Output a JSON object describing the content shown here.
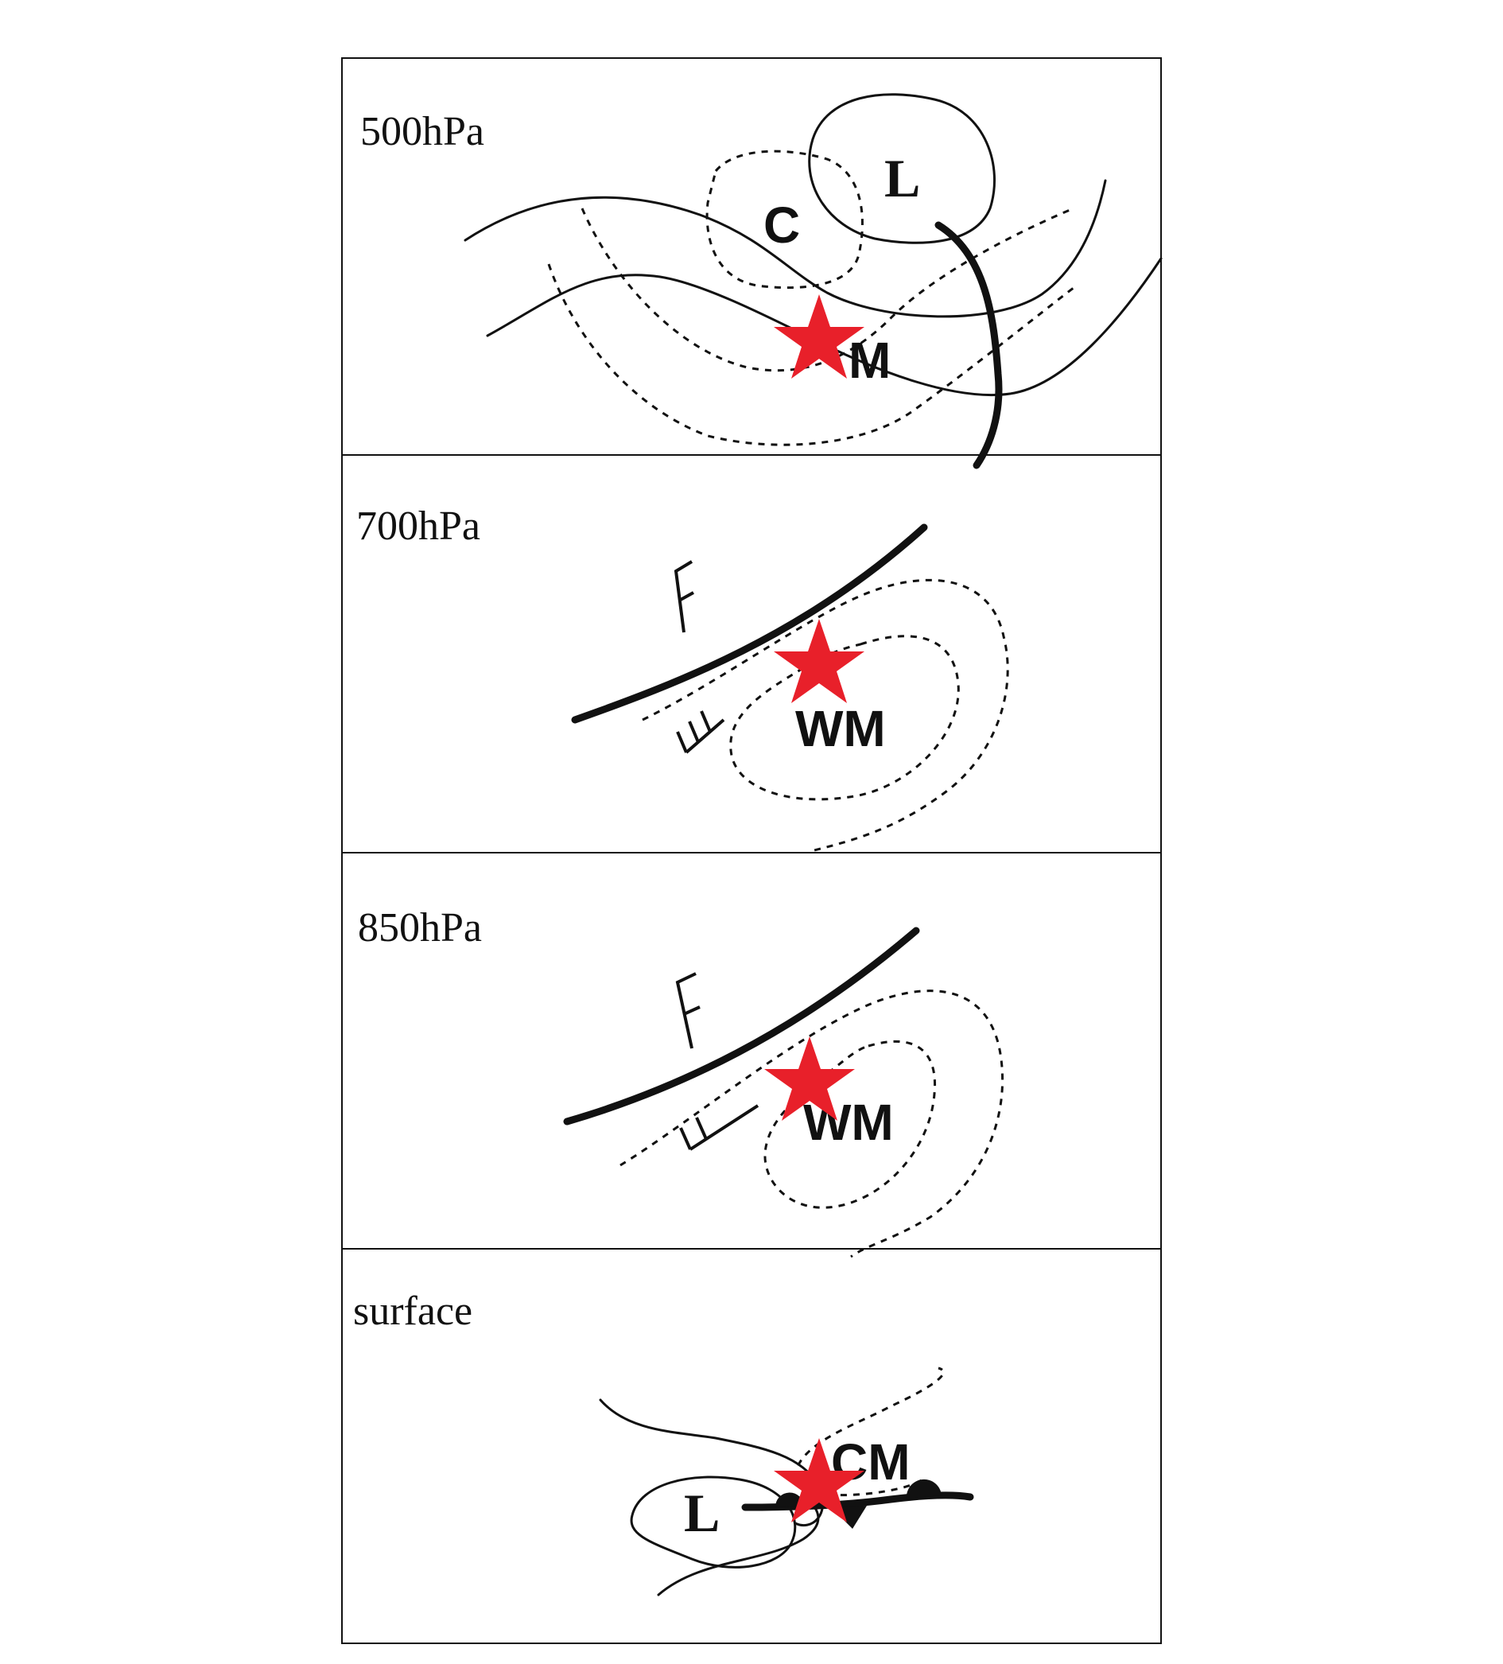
{
  "panels": [
    {
      "id": "500hpa",
      "level_label": "500hPa",
      "labels": {
        "low": "L",
        "cold_center": "C",
        "marker": "M"
      }
    },
    {
      "id": "700hpa",
      "level_label": "700hPa",
      "labels": {
        "marker": "WM"
      }
    },
    {
      "id": "850hpa",
      "level_label": "850hPa",
      "labels": {
        "marker": "WM"
      }
    },
    {
      "id": "surface",
      "level_label": "surface",
      "labels": {
        "low": "L",
        "marker": "CM"
      }
    }
  ],
  "colors": {
    "star": "#e8202a",
    "lines": "#111111"
  }
}
